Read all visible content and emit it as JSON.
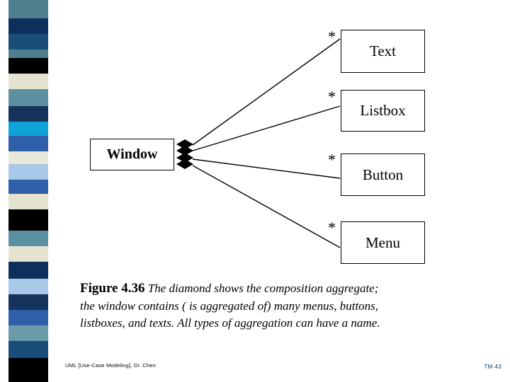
{
  "slide": {
    "footer_left": "UML [Use-Case Modeling], Dr. Chen",
    "footer_right": "TM-43"
  },
  "diagram": {
    "source_box": {
      "label": "Window"
    },
    "target_boxes": [
      {
        "label": "Text",
        "multiplicity": "*"
      },
      {
        "label": "Listbox",
        "multiplicity": "*"
      },
      {
        "label": "Button",
        "multiplicity": "*"
      },
      {
        "label": "Menu",
        "multiplicity": "*"
      }
    ],
    "relationship": "composition-aggregation-diamond"
  },
  "caption": {
    "figure_number": "Figure 4.36",
    "text": " The diamond shows the composition aggregate; the window contains ( is aggregated of) many menus, buttons, listboxes, and texts. All types of aggregation can have a name."
  },
  "colors": {
    "ink": "#000000",
    "paper": "#ffffff",
    "footer_accent": "#0d3d6b",
    "stripe_palette": [
      "#4f7f8f",
      "#0d2f5c",
      "#1b4d7a",
      "#000000",
      "#e3e3cf",
      "#6b9aa8",
      "#16335e",
      "#0fa3d8",
      "#2f5fa8",
      "#e8e8d8",
      "#a8c8e8",
      "#2f5fa8",
      "#000000",
      "#e3e3cf",
      "#5c8fa0",
      "#0d2f5c",
      "#1b4d7a",
      "#a8c8e8",
      "#16335e",
      "#2f5fa8",
      "#6b9aa8",
      "#000000"
    ]
  }
}
